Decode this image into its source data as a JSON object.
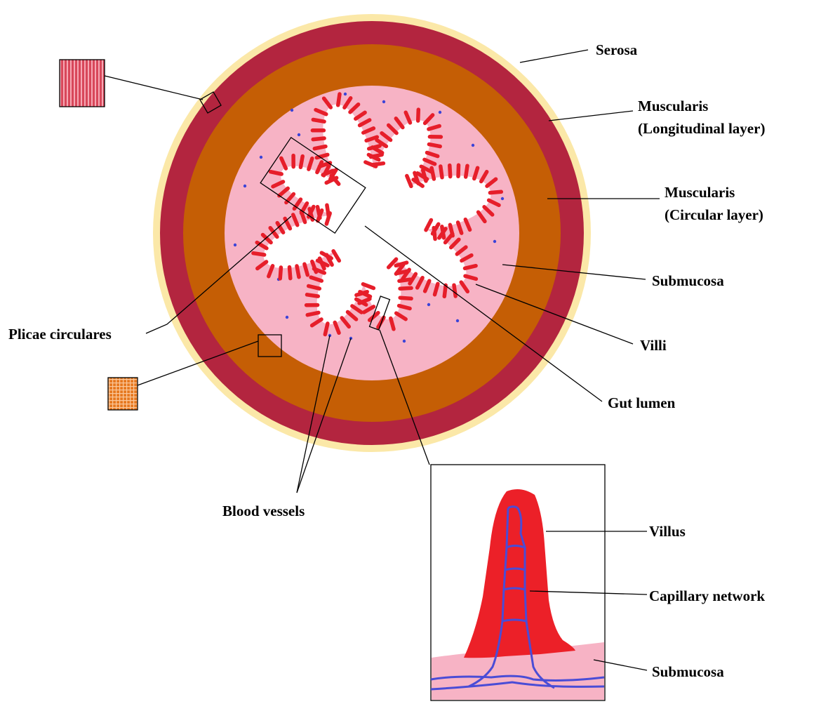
{
  "labels": {
    "serosa": "Serosa",
    "musc_long_1": "Muscularis",
    "musc_long_2": "(Longitudinal layer)",
    "musc_circ_1": "Muscularis",
    "musc_circ_2": "(Circular layer)",
    "submucosa": "Submucosa",
    "villi": "Villi",
    "gut_lumen": "Gut lumen",
    "plicae": "Plicae circulares",
    "blood_vessels": "Blood vessels",
    "villus": "Villus",
    "capillary": "Capillary network",
    "inset_submucosa": "Submucosa"
  },
  "colors": {
    "serosa": "#fbe8a8",
    "muscularis_longitudinal": "#b3253f",
    "muscularis_circular": "#c55e05",
    "submucosa": "#f7b3c5",
    "villi": "#e61e2a",
    "lumen": "#ffffff",
    "blood_vessel": "#3b43d8",
    "capillary": "#4a4cd6",
    "inset_villus": "#ec2028"
  }
}
